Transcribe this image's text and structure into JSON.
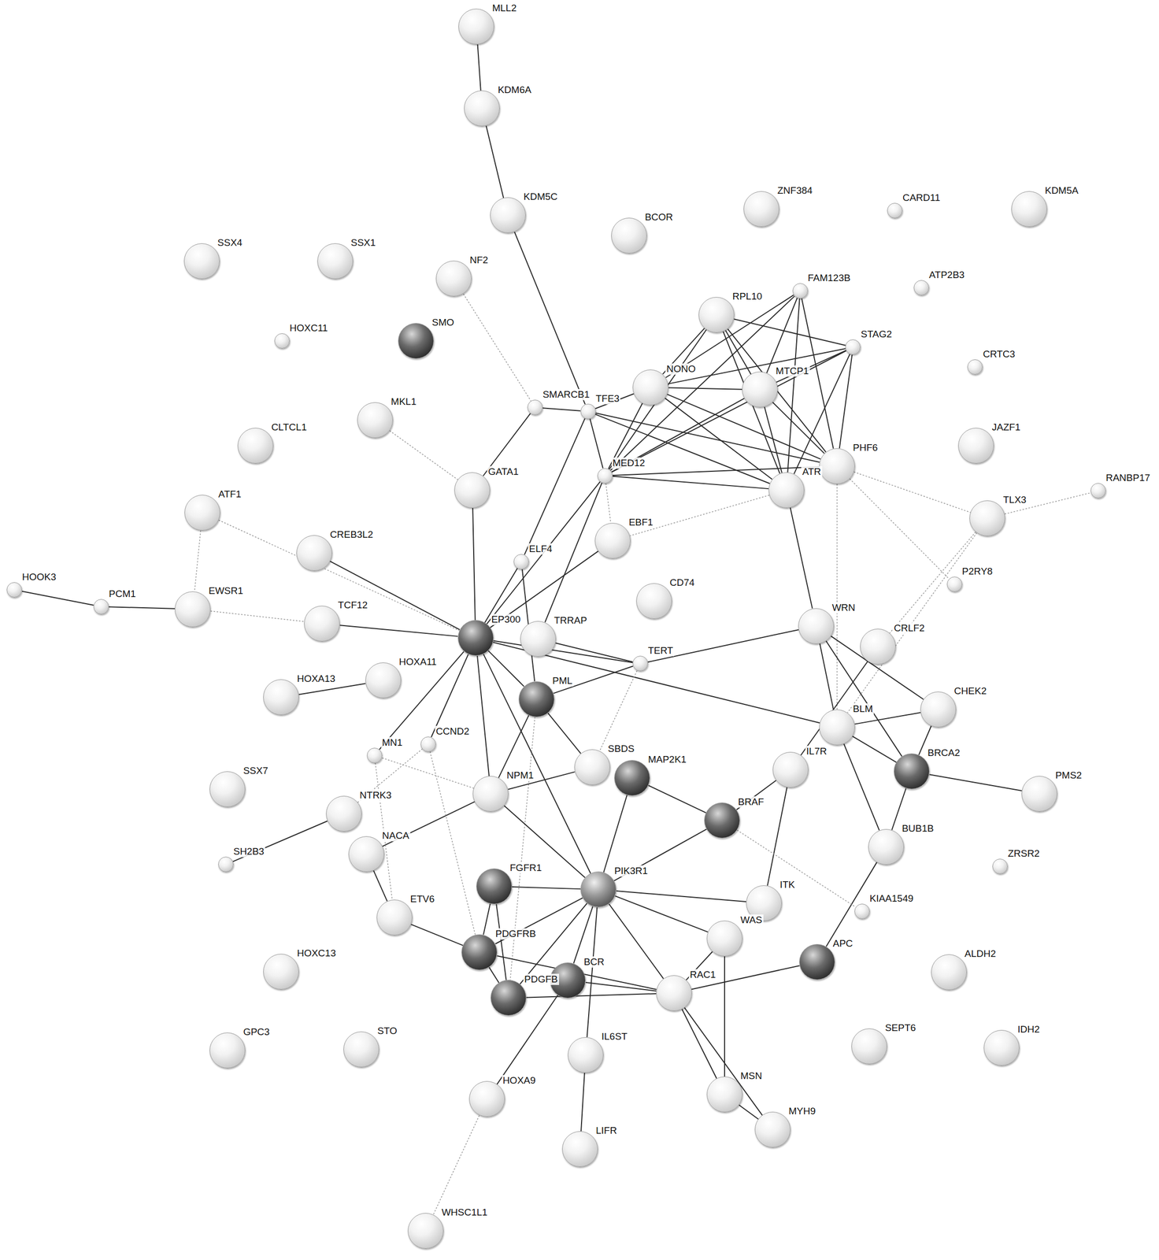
{
  "diagram": {
    "nodes": [
      {
        "text": [
          "MLL2"
        ]
      },
      {
        "text": [
          "KDM6A"
        ]
      },
      {
        "text": [
          "KDM5C"
        ]
      },
      {
        "text": [
          "BCOR"
        ]
      },
      {
        "text": [
          "ZNF384"
        ]
      },
      {
        "text": [
          "CARD11"
        ]
      },
      {
        "text": [
          "KDM5A"
        ]
      },
      {
        "text": [
          "SSX4"
        ]
      },
      {
        "text": [
          "SSX1"
        ]
      },
      {
        "text": [
          "NF2"
        ]
      },
      {
        "text": [
          "FAM123B"
        ]
      },
      {
        "text": [
          "RPL10"
        ]
      },
      {
        "text": [
          "ATP2B3"
        ]
      },
      {
        "text": [
          "HOXC11"
        ]
      },
      {
        "text": [
          "SMO"
        ]
      },
      {
        "text": [
          "STAG2"
        ]
      },
      {
        "text": [
          "CRTC3"
        ]
      },
      {
        "text": [
          "NONO"
        ]
      },
      {
        "text": [
          "MTCP1"
        ]
      },
      {
        "text": [
          "SMARCB1"
        ]
      },
      {
        "text": [
          "TFE3"
        ]
      },
      {
        "text": [
          "MKL1"
        ]
      },
      {
        "text": [
          "CLTCL1"
        ]
      },
      {
        "text": [
          "JAZF1"
        ]
      },
      {
        "text": [
          "PHF6"
        ]
      },
      {
        "text": [
          "MED12"
        ]
      },
      {
        "text": [
          "GATA1"
        ]
      },
      {
        "text": [
          "ATR"
        ]
      },
      {
        "text": [
          "RANBP17"
        ]
      },
      {
        "text": [
          "ATF1"
        ]
      },
      {
        "text": [
          "TLX3"
        ]
      },
      {
        "text": [
          "EBF1"
        ]
      },
      {
        "text": [
          "CREB3L2"
        ]
      },
      {
        "text": [
          "ELF4"
        ]
      },
      {
        "text": [
          "P2RY8"
        ]
      },
      {
        "text": [
          "HOOK3"
        ]
      },
      {
        "text": [
          "PCM1"
        ]
      },
      {
        "text": [
          "EWSR1"
        ]
      },
      {
        "text": [
          "CD74"
        ]
      },
      {
        "text": [
          "TCF12"
        ]
      },
      {
        "text": [
          "WRN"
        ]
      },
      {
        "text": [
          "EP300"
        ]
      },
      {
        "text": [
          "TRRAP"
        ]
      },
      {
        "text": [
          "CRLF2"
        ]
      },
      {
        "text": [
          "TERT"
        ]
      },
      {
        "text": [
          "HOXA13"
        ]
      },
      {
        "text": [
          "HOXA11"
        ]
      },
      {
        "text": [
          "PML"
        ]
      },
      {
        "text": [
          "CHEK2"
        ]
      },
      {
        "text": [
          "BLM"
        ]
      },
      {
        "text": [
          "MN1"
        ]
      },
      {
        "text": [
          "CCND2"
        ]
      },
      {
        "text": [
          "SBDS"
        ]
      },
      {
        "text": [
          "MAP2K1"
        ]
      },
      {
        "text": [
          "IL7R"
        ]
      },
      {
        "text": [
          "BRCA2"
        ]
      },
      {
        "text": [
          "SSX7"
        ]
      },
      {
        "text": [
          "NPM1"
        ]
      },
      {
        "text": [
          "PMS2"
        ]
      },
      {
        "text": [
          "NTRK3"
        ]
      },
      {
        "text": [
          "BRAF"
        ]
      },
      {
        "text": [
          "BUB1B"
        ]
      },
      {
        "text": [
          "NACA"
        ]
      },
      {
        "text": [
          "SH2B3"
        ]
      },
      {
        "text": [
          "ZRSR2"
        ]
      },
      {
        "text": [
          "FGFR1"
        ]
      },
      {
        "text": [
          "PIK3R1"
        ]
      },
      {
        "text": [
          "ITK"
        ]
      },
      {
        "text": [
          "KIAA1549"
        ]
      },
      {
        "text": [
          "ETV6"
        ]
      },
      {
        "text": [
          "WAS"
        ]
      },
      {
        "text": [
          "PDGFRB"
        ]
      },
      {
        "text": [
          "APC"
        ]
      },
      {
        "text": [
          "ALDH2"
        ]
      },
      {
        "text": [
          "HOXC13"
        ]
      },
      {
        "text": [
          "BCR"
        ]
      },
      {
        "text": [
          "PDGFB"
        ]
      },
      {
        "text": [
          "RAC1"
        ]
      },
      {
        "text": [
          "GPC3"
        ]
      },
      {
        "text": [
          "STO"
        ]
      },
      {
        "text": [
          "SEPT6"
        ]
      },
      {
        "text": [
          "IDH2"
        ]
      },
      {
        "text": [
          "IL6ST"
        ]
      },
      {
        "text": [
          "MSN"
        ]
      },
      {
        "text": [
          "HOXA9"
        ]
      },
      {
        "text": [
          "MYH9"
        ]
      },
      {
        "text": [
          "LIFR"
        ]
      },
      {
        "text": [
          "WHSC1L1"
        ]
      }
    ],
    "edges": [
      {
        "from": 0,
        "to": 1,
        "arrow": "none"
      },
      {
        "from": 1,
        "to": 2,
        "arrow": "none"
      },
      {
        "from": 2,
        "to": 20,
        "arrow": "none"
      },
      {
        "from": 9,
        "to": 19,
        "arrow": "none"
      },
      {
        "from": 19,
        "to": 20,
        "arrow": "none"
      },
      {
        "from": 19,
        "to": 26,
        "arrow": "none"
      },
      {
        "from": 21,
        "to": 26,
        "arrow": "none"
      },
      {
        "from": 20,
        "to": 17,
        "arrow": "none"
      },
      {
        "from": 20,
        "to": 24,
        "arrow": "none"
      },
      {
        "from": 20,
        "to": 27,
        "arrow": "none"
      },
      {
        "from": 20,
        "to": 25,
        "arrow": "none"
      },
      {
        "from": 20,
        "to": 33,
        "arrow": "none"
      },
      {
        "from": 11,
        "to": 17,
        "arrow": "none"
      },
      {
        "from": 11,
        "to": 18,
        "arrow": "none"
      },
      {
        "from": 11,
        "to": 15,
        "arrow": "none"
      },
      {
        "from": 11,
        "to": 27,
        "arrow": "none"
      },
      {
        "from": 11,
        "to": 24,
        "arrow": "none"
      },
      {
        "from": 11,
        "to": 25,
        "arrow": "none"
      },
      {
        "from": 10,
        "to": 17,
        "arrow": "none"
      },
      {
        "from": 10,
        "to": 18,
        "arrow": "none"
      },
      {
        "from": 10,
        "to": 24,
        "arrow": "none"
      },
      {
        "from": 10,
        "to": 25,
        "arrow": "none"
      },
      {
        "from": 10,
        "to": 27,
        "arrow": "none"
      },
      {
        "from": 15,
        "to": 17,
        "arrow": "none"
      },
      {
        "from": 15,
        "to": 18,
        "arrow": "none"
      },
      {
        "from": 15,
        "to": 27,
        "arrow": "none"
      },
      {
        "from": 15,
        "to": 24,
        "arrow": "none"
      },
      {
        "from": 15,
        "to": 25,
        "arrow": "none"
      },
      {
        "from": 17,
        "to": 18,
        "arrow": "none"
      },
      {
        "from": 17,
        "to": 27,
        "arrow": "none"
      },
      {
        "from": 17,
        "to": 25,
        "arrow": "none"
      },
      {
        "from": 17,
        "to": 24,
        "arrow": "none"
      },
      {
        "from": 18,
        "to": 27,
        "arrow": "none"
      },
      {
        "from": 18,
        "to": 24,
        "arrow": "none"
      },
      {
        "from": 18,
        "to": 25,
        "arrow": "none"
      },
      {
        "from": 25,
        "to": 27,
        "arrow": "none"
      },
      {
        "from": 25,
        "to": 24,
        "arrow": "none"
      },
      {
        "from": 25,
        "to": 42,
        "arrow": "none"
      },
      {
        "from": 25,
        "to": 41,
        "arrow": "none"
      },
      {
        "from": 25,
        "to": 31,
        "arrow": "none"
      },
      {
        "from": 27,
        "to": 31,
        "arrow": "none"
      },
      {
        "from": 27,
        "to": 40,
        "arrow": "none"
      },
      {
        "from": 24,
        "to": 30,
        "arrow": "none"
      },
      {
        "from": 24,
        "to": 49,
        "arrow": "none"
      },
      {
        "from": 24,
        "to": 34,
        "arrow": "none"
      },
      {
        "from": 30,
        "to": 28,
        "arrow": "none"
      },
      {
        "from": 30,
        "to": 49,
        "arrow": "none"
      },
      {
        "from": 30,
        "to": 43,
        "arrow": "none"
      },
      {
        "from": 26,
        "to": 41,
        "arrow": "none"
      },
      {
        "from": 29,
        "to": 37,
        "arrow": "none"
      },
      {
        "from": 29,
        "to": 41,
        "arrow": "none"
      },
      {
        "from": 32,
        "to": 41,
        "arrow": "none"
      },
      {
        "from": 35,
        "to": 36,
        "arrow": "none"
      },
      {
        "from": 36,
        "to": 37,
        "arrow": "none"
      },
      {
        "from": 37,
        "to": 39,
        "arrow": "none"
      },
      {
        "from": 39,
        "to": 41,
        "arrow": "none"
      },
      {
        "from": 33,
        "to": 41,
        "arrow": "none"
      },
      {
        "from": 33,
        "to": 47,
        "arrow": "none"
      },
      {
        "from": 31,
        "to": 41,
        "arrow": "none"
      },
      {
        "from": 41,
        "to": 44,
        "arrow": "none"
      },
      {
        "from": 41,
        "to": 47,
        "arrow": "none"
      },
      {
        "from": 41,
        "to": 57,
        "arrow": "none"
      },
      {
        "from": 41,
        "to": 51,
        "arrow": "none"
      },
      {
        "from": 41,
        "to": 50,
        "arrow": "none"
      },
      {
        "from": 41,
        "to": 66,
        "arrow": "none"
      },
      {
        "from": 41,
        "to": 49,
        "arrow": "none"
      },
      {
        "from": 42,
        "to": 44,
        "arrow": "none"
      },
      {
        "from": 40,
        "to": 44,
        "arrow": "none"
      },
      {
        "from": 44,
        "to": 47,
        "arrow": "none"
      },
      {
        "from": 44,
        "to": 52,
        "arrow": "none"
      },
      {
        "from": 40,
        "to": 49,
        "arrow": "none"
      },
      {
        "from": 40,
        "to": 48,
        "arrow": "none"
      },
      {
        "from": 40,
        "to": 55,
        "arrow": "none"
      },
      {
        "from": 43,
        "to": 54,
        "arrow": "none"
      },
      {
        "from": 49,
        "to": 48,
        "arrow": "none"
      },
      {
        "from": 49,
        "to": 55,
        "arrow": "none"
      },
      {
        "from": 49,
        "to": 61,
        "arrow": "none"
      },
      {
        "from": 48,
        "to": 55,
        "arrow": "none"
      },
      {
        "from": 55,
        "to": 58,
        "arrow": "none"
      },
      {
        "from": 55,
        "to": 61,
        "arrow": "none"
      },
      {
        "from": 61,
        "to": 72,
        "arrow": "none"
      },
      {
        "from": 54,
        "to": 60,
        "arrow": "none"
      },
      {
        "from": 54,
        "to": 67,
        "arrow": "none"
      },
      {
        "from": 60,
        "to": 53,
        "arrow": "none"
      },
      {
        "from": 60,
        "to": 66,
        "arrow": "none"
      },
      {
        "from": 60,
        "to": 68,
        "arrow": "none"
      },
      {
        "from": 53,
        "to": 66,
        "arrow": "none"
      },
      {
        "from": 47,
        "to": 57,
        "arrow": "none"
      },
      {
        "from": 47,
        "to": 52,
        "arrow": "none"
      },
      {
        "from": 47,
        "to": 76,
        "arrow": "none"
      },
      {
        "from": 57,
        "to": 52,
        "arrow": "none"
      },
      {
        "from": 57,
        "to": 62,
        "arrow": "none"
      },
      {
        "from": 57,
        "to": 66,
        "arrow": "none"
      },
      {
        "from": 57,
        "to": 50,
        "arrow": "none"
      },
      {
        "from": 50,
        "to": 69,
        "arrow": "none"
      },
      {
        "from": 59,
        "to": 63,
        "arrow": "none"
      },
      {
        "from": 59,
        "to": 51,
        "arrow": "none"
      },
      {
        "from": 62,
        "to": 69,
        "arrow": "none"
      },
      {
        "from": 69,
        "to": 71,
        "arrow": "none"
      },
      {
        "from": 65,
        "to": 66,
        "arrow": "none"
      },
      {
        "from": 65,
        "to": 71,
        "arrow": "none"
      },
      {
        "from": 65,
        "to": 76,
        "arrow": "none"
      },
      {
        "from": 71,
        "to": 76,
        "arrow": "none"
      },
      {
        "from": 71,
        "to": 66,
        "arrow": "none"
      },
      {
        "from": 76,
        "to": 66,
        "arrow": "none"
      },
      {
        "from": 71,
        "to": 77,
        "arrow": "none"
      },
      {
        "from": 76,
        "to": 77,
        "arrow": "none"
      },
      {
        "from": 66,
        "to": 67,
        "arrow": "none"
      },
      {
        "from": 66,
        "to": 70,
        "arrow": "none"
      },
      {
        "from": 66,
        "to": 77,
        "arrow": "none"
      },
      {
        "from": 66,
        "to": 75,
        "arrow": "none"
      },
      {
        "from": 66,
        "to": 82,
        "arrow": "none"
      },
      {
        "from": 75,
        "to": 84,
        "arrow": "none"
      },
      {
        "from": 75,
        "to": 77,
        "arrow": "none"
      },
      {
        "from": 82,
        "to": 86,
        "arrow": "none"
      },
      {
        "from": 84,
        "to": 87,
        "arrow": "none"
      },
      {
        "from": 70,
        "to": 77,
        "arrow": "none"
      },
      {
        "from": 70,
        "to": 83,
        "arrow": "none"
      },
      {
        "from": 77,
        "to": 83,
        "arrow": "none"
      },
      {
        "from": 77,
        "to": 85,
        "arrow": "none"
      },
      {
        "from": 83,
        "to": 85,
        "arrow": "none"
      },
      {
        "from": 77,
        "to": 72,
        "arrow": "none"
      },
      {
        "from": 45,
        "to": 46,
        "arrow": "none"
      },
      {
        "from": 51,
        "to": 71,
        "arrow": "none"
      }
    ]
  }
}
